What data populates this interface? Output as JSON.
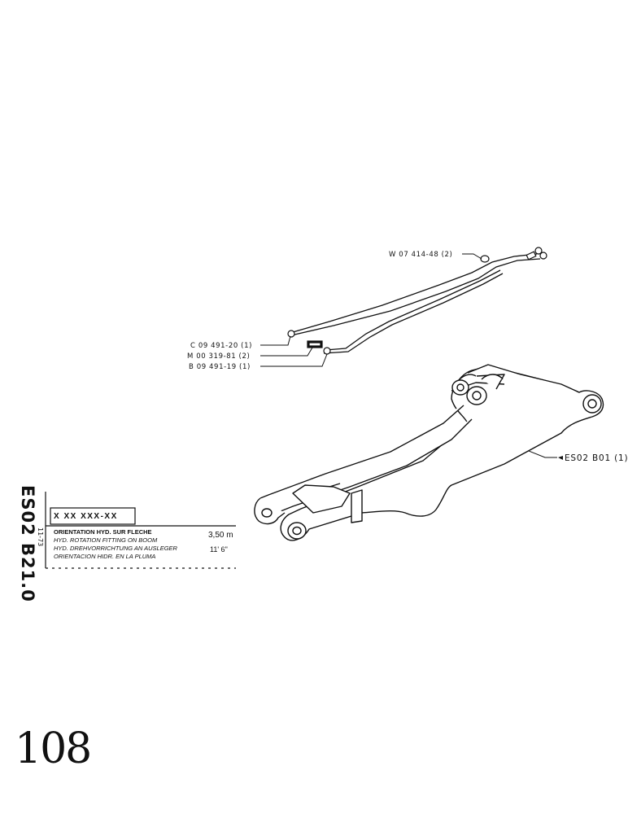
{
  "callouts": [
    {
      "text": "W 07 414-48 (2)"
    },
    {
      "text": "C 09 491-20 (1)"
    },
    {
      "text": "M 00 319-81 (2)"
    },
    {
      "text": "B 09 491-19 (1)"
    },
    {
      "text": "ES02 B01 (1)"
    }
  ],
  "title_block": {
    "part_code": "X XX XXX-XX",
    "descriptions": [
      "ORIENTATION HYD. SUR FLECHE",
      "HYD. ROTATION FITTING ON BOOM",
      "HYD. DREHVORRICHTUNG AN AUSLEGER",
      "ORIENTACION HIDR. EN LA PLUMA"
    ],
    "length_metric": "3,50 m",
    "length_imperial": "11' 6\"",
    "date": "11-73"
  },
  "sheet_code": "ES02 B21.0",
  "page_number": "108",
  "colors": {
    "ink": "#111111",
    "paper": "#ffffff"
  }
}
